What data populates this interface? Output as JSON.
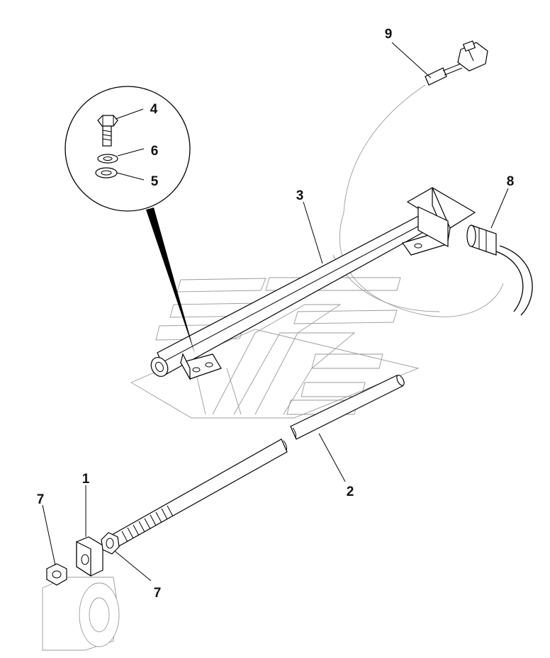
{
  "diagram": {
    "callouts": [
      {
        "id": "1",
        "text": "1"
      },
      {
        "id": "2",
        "text": "2"
      },
      {
        "id": "3",
        "text": "3"
      },
      {
        "id": "4",
        "text": "4"
      },
      {
        "id": "5",
        "text": "5"
      },
      {
        "id": "6",
        "text": "6"
      },
      {
        "id": "7a",
        "text": "7"
      },
      {
        "id": "7b",
        "text": "7"
      },
      {
        "id": "8",
        "text": "8"
      },
      {
        "id": "9",
        "text": "9"
      }
    ]
  }
}
